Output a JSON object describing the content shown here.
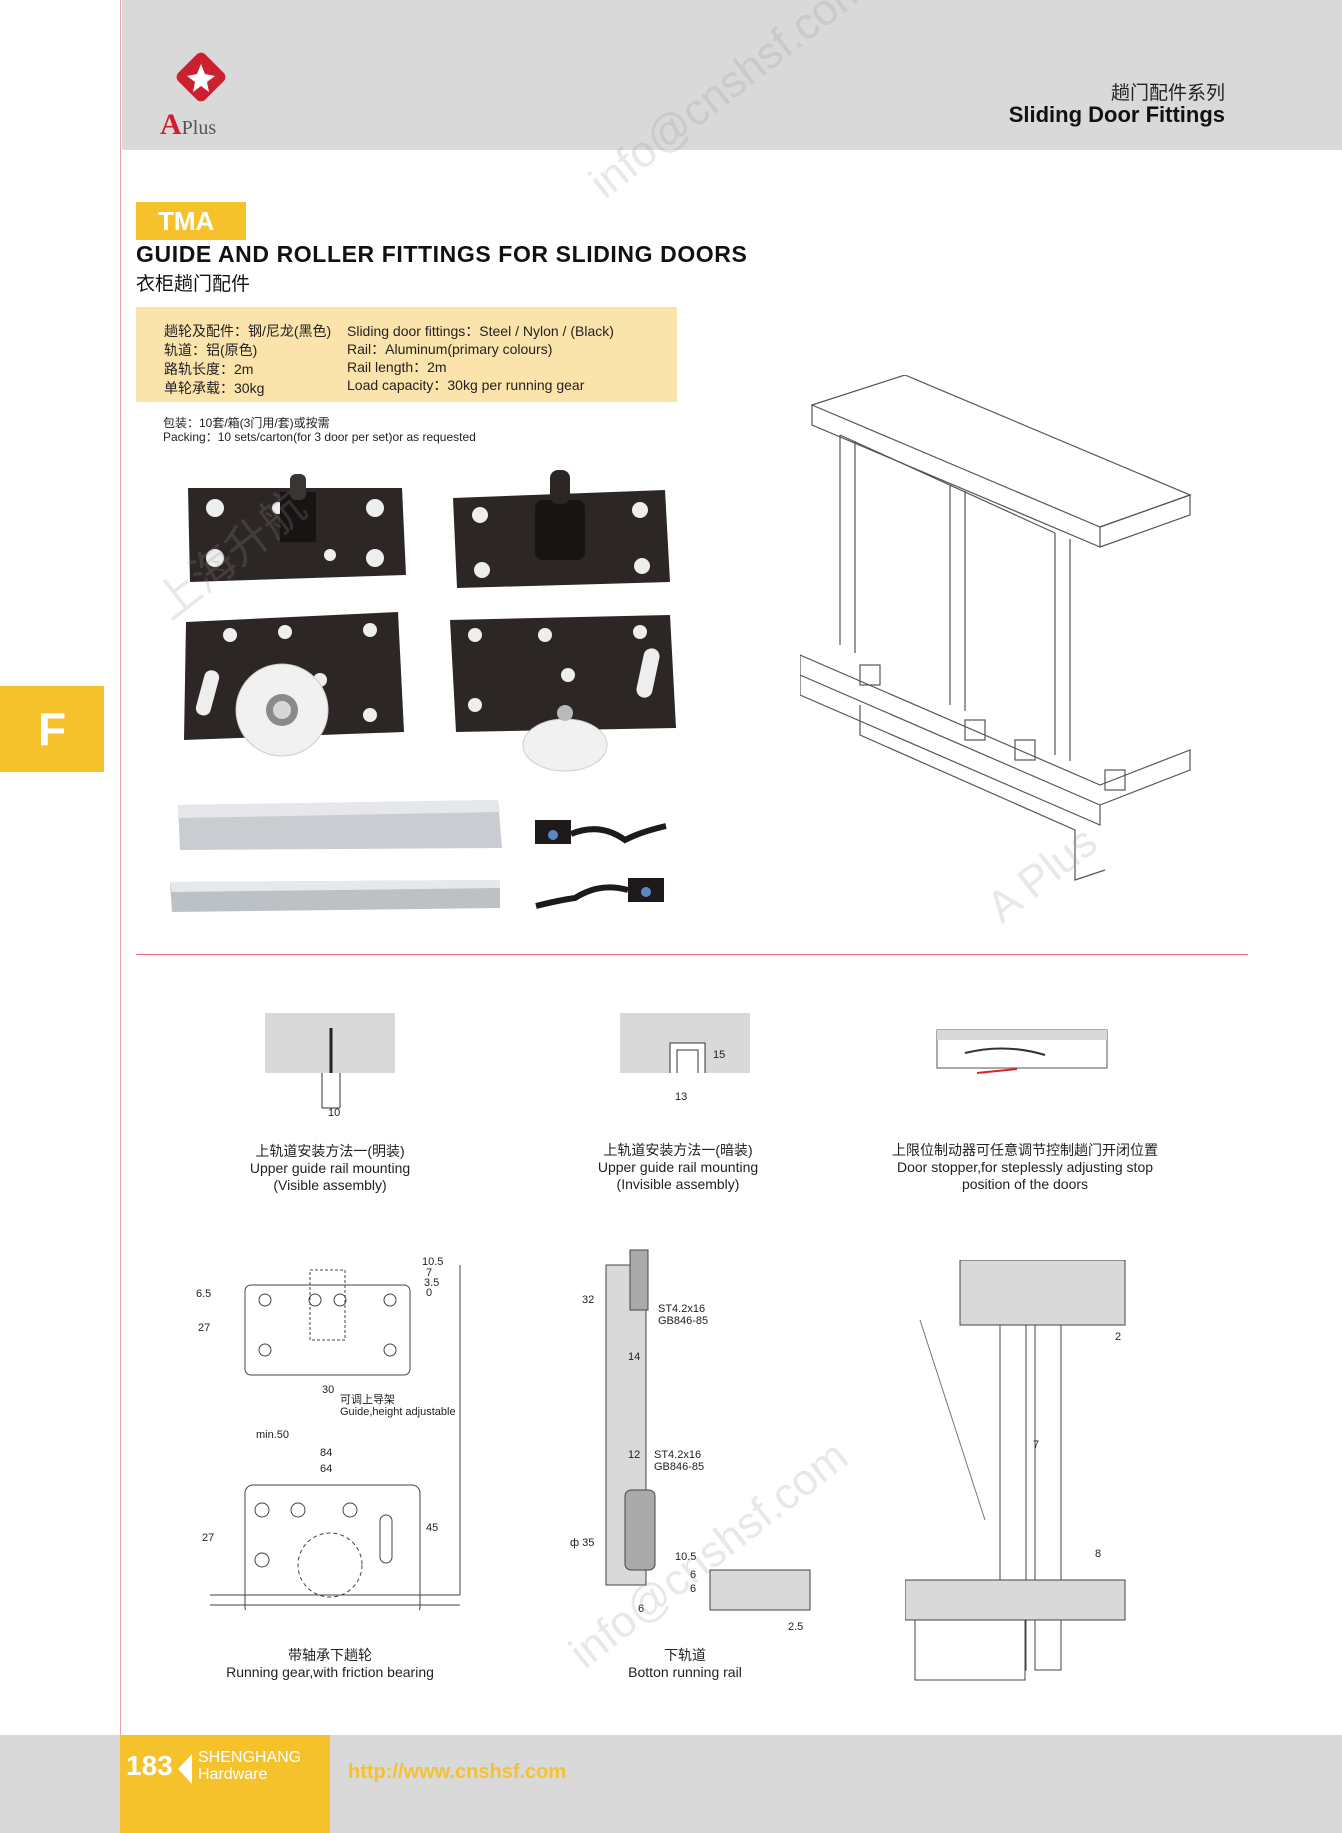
{
  "header": {
    "logo_text": "A",
    "logo_suffix": "Plus",
    "title_cn": "趟门配件系列",
    "title_en": "Sliding Door Fittings"
  },
  "side_tab": "F",
  "product": {
    "code": "TMA",
    "title_en": "GUIDE AND ROLLER FITTINGS FOR SLIDING DOORS",
    "title_cn": "衣柜趟门配件"
  },
  "specs": {
    "cn": [
      "趟轮及配件：钢/尼龙(黑色)",
      "轨道：铝(原色)",
      "路轨长度：2m",
      "单轮承载：30kg"
    ],
    "en": [
      "Sliding door fittings：Steel / Nylon / (Black)",
      "Rail：Aluminum(primary colours)",
      "Rail length：2m",
      "Load capacity：30kg per running gear"
    ]
  },
  "packing": {
    "cn": "包装：10套/箱(3门用/套)或按需",
    "en": "Packing：10 sets/carton(for 3 door per set)or as requested"
  },
  "diagrams": {
    "visible_mount": {
      "cn": "上轨道安装方法一(明装)",
      "en1": "Upper guide rail mounting",
      "en2": "(Visible assembly)",
      "dim": "10"
    },
    "invisible_mount": {
      "cn": "上轨道安装方法一(暗装)",
      "en1": "Upper guide rail mounting",
      "en2": "(Invisible assembly)",
      "dim_w": "13",
      "dim_h": "15"
    },
    "stopper": {
      "cn": "上限位制动器可任意调节控制趟门开闭位置",
      "en1": "Door stopper,for steplessly adjusting stop",
      "en2": "position of the doors"
    },
    "running_gear": {
      "cn": "带轴承下趟轮",
      "en": "Running gear,with friction bearing",
      "dims": {
        "d10_5": "10.5",
        "d7": "7",
        "d3_5": "3.5",
        "d0": "0",
        "d6_5": "6.5",
        "d27a": "27",
        "d30": "30",
        "min50": "min.50",
        "d84": "84",
        "d64": "64",
        "d27b": "27",
        "d45": "45"
      },
      "guide_cn": "可调上导架",
      "guide_en": "Guide,height adjustable"
    },
    "bottom_rail": {
      "cn": "下轨道",
      "en": "Botton running rail",
      "dims": {
        "d32": "32",
        "d14": "14",
        "d12": "12",
        "d35": "ф 35",
        "d10_5": "10.5",
        "d6": "6",
        "d6a": "6",
        "d6b": "6",
        "d2_5": "2.5"
      },
      "screw1a": "ST4.2x16",
      "screw1b": "GB846-85",
      "screw2a": "ST4.2x16",
      "screw2b": "GB846-85"
    },
    "cabinet_section": {
      "dims": {
        "d2": "2",
        "d7": "7",
        "d8": "8"
      }
    }
  },
  "footer": {
    "page": "183",
    "company1": "SHENGHANG",
    "company2": "Hardware",
    "url": "http://www.cnshsf.com"
  },
  "watermark": [
    "info@cnshsf.com",
    "上海升航",
    "A Plus"
  ],
  "colors": {
    "accent": "#f6c22c",
    "header_gray": "#d9d9da",
    "spec_bg": "#fbe4ac",
    "logo_red": "#cc1f2f",
    "divider": "#e46d78"
  }
}
